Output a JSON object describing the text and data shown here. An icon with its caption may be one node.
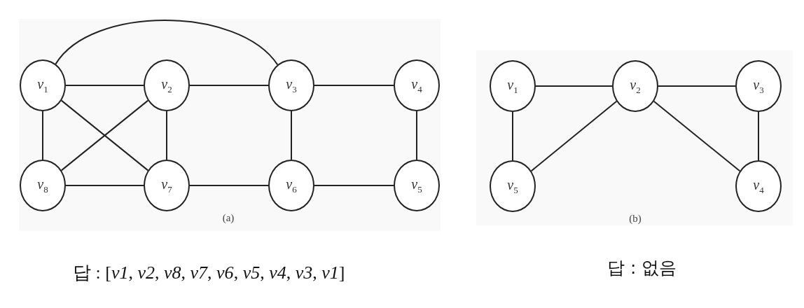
{
  "diagram": {
    "nodes": [
      {
        "text": [
          "*v*$_{1}$"
        ]
      },
      {
        "text": [
          "*v*$_{2}$"
        ]
      },
      {
        "text": [
          "*v*$_{3}$"
        ]
      },
      {
        "text": [
          "*v*$_{4}$"
        ]
      },
      {
        "text": [
          "*v*$_{8}$"
        ]
      },
      {
        "text": [
          "*v*$_{7}$"
        ]
      },
      {
        "text": [
          "*v*$_{6}$"
        ]
      },
      {
        "text": [
          "*v*$_{5}$"
        ]
      },
      {
        "text": [
          "*v*$_{1}$"
        ]
      },
      {
        "text": [
          "*v*$_{2}$"
        ]
      },
      {
        "text": [
          "*v*$_{3}$"
        ]
      },
      {
        "text": [
          "*v*$_{5}$"
        ]
      },
      {
        "text": [
          "*v*$_{4}$"
        ]
      }
    ],
    "edges": [
      {
        "from": 0,
        "to": 2,
        "arrow": "none"
      },
      {
        "from": 0,
        "to": 1,
        "arrow": "none"
      },
      {
        "from": 1,
        "to": 2,
        "arrow": "none"
      },
      {
        "from": 2,
        "to": 3,
        "arrow": "none"
      },
      {
        "from": 0,
        "to": 4,
        "arrow": "none"
      },
      {
        "from": 0,
        "to": 5,
        "arrow": "none"
      },
      {
        "from": 1,
        "to": 4,
        "arrow": "none"
      },
      {
        "from": 1,
        "to": 5,
        "arrow": "none"
      },
      {
        "from": 2,
        "to": 6,
        "arrow": "none"
      },
      {
        "from": 3,
        "to": 7,
        "arrow": "none"
      },
      {
        "from": 4,
        "to": 5,
        "arrow": "none"
      },
      {
        "from": 5,
        "to": 6,
        "arrow": "none"
      },
      {
        "from": 6,
        "to": 7,
        "arrow": "none"
      },
      {
        "from": 8,
        "to": 9,
        "arrow": "none"
      },
      {
        "from": 9,
        "to": 10,
        "arrow": "none"
      },
      {
        "from": 8,
        "to": 11,
        "arrow": "none"
      },
      {
        "from": 9,
        "to": 11,
        "arrow": "none"
      },
      {
        "from": 9,
        "to": 12,
        "arrow": "none"
      },
      {
        "from": 10,
        "to": 12,
        "arrow": "none"
      }
    ],
    "labels": [
      "(a)",
      "(b)",
      "답 : [*v1*, *v2*, *v8*, *v7*, *v6*, *v5*, *v4*, *v3*, *v1*]",
      "답 : 없음"
    ]
  }
}
